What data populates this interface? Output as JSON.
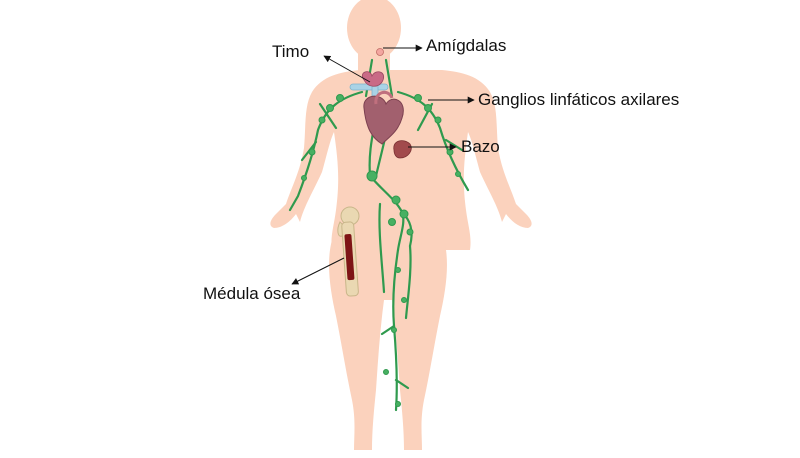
{
  "diagram": {
    "labels": {
      "timo": "Timo",
      "amigdalas": "Amígdalas",
      "ganglios": "Ganglios linfáticos axilares",
      "bazo": "Bazo",
      "medula": "Médula ósea"
    }
  },
  "colors": {
    "skin": "#fbd2bd",
    "lymph": "#2f9a4e",
    "lymph_node": "#48b062",
    "heart": "#a2606e",
    "thymus": "#c96a86",
    "vessels": "#a9d3e6",
    "spleen": "#a14a4c",
    "bone": "#ead8b2",
    "marrow": "#7e1416",
    "arrow": "#111111"
  }
}
